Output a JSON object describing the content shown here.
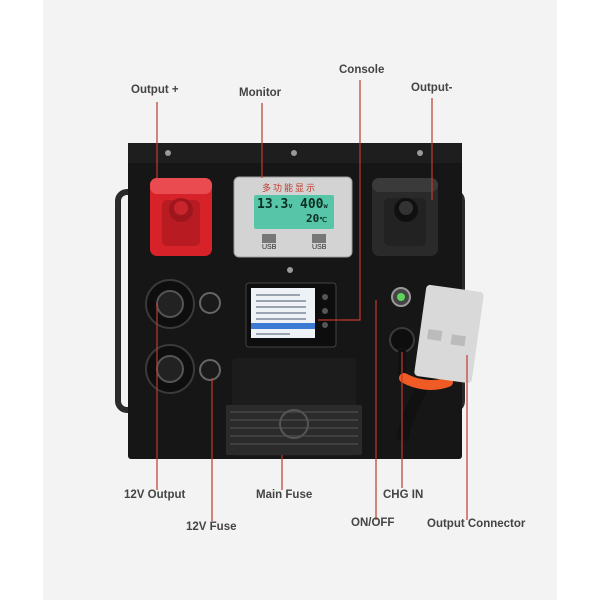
{
  "labels": {
    "output_plus": "Output +",
    "monitor": "Monitor",
    "console": "Console",
    "output_minus": "Output-",
    "v12_output": "12V Output",
    "main_fuse": "Main Fuse",
    "chg_in": "CHG IN",
    "v12_fuse": "12V Fuse",
    "on_off": "ON/OFF",
    "output_connector": "Output Connector"
  },
  "monitor": {
    "title": "多功能显示",
    "voltage": "13.3",
    "voltage_unit": "v",
    "power": "400",
    "power_unit": "w",
    "temperature": "20",
    "temperature_unit": "℃",
    "usb_left": "USB",
    "usb_right": "USB"
  },
  "colors": {
    "box": "#161616",
    "red_terminal": "#d8222a",
    "black_terminal": "#2a2a2a",
    "lcd": "#57c6a8",
    "connector": "#d9d9d9",
    "label_line": "#c0392b"
  }
}
